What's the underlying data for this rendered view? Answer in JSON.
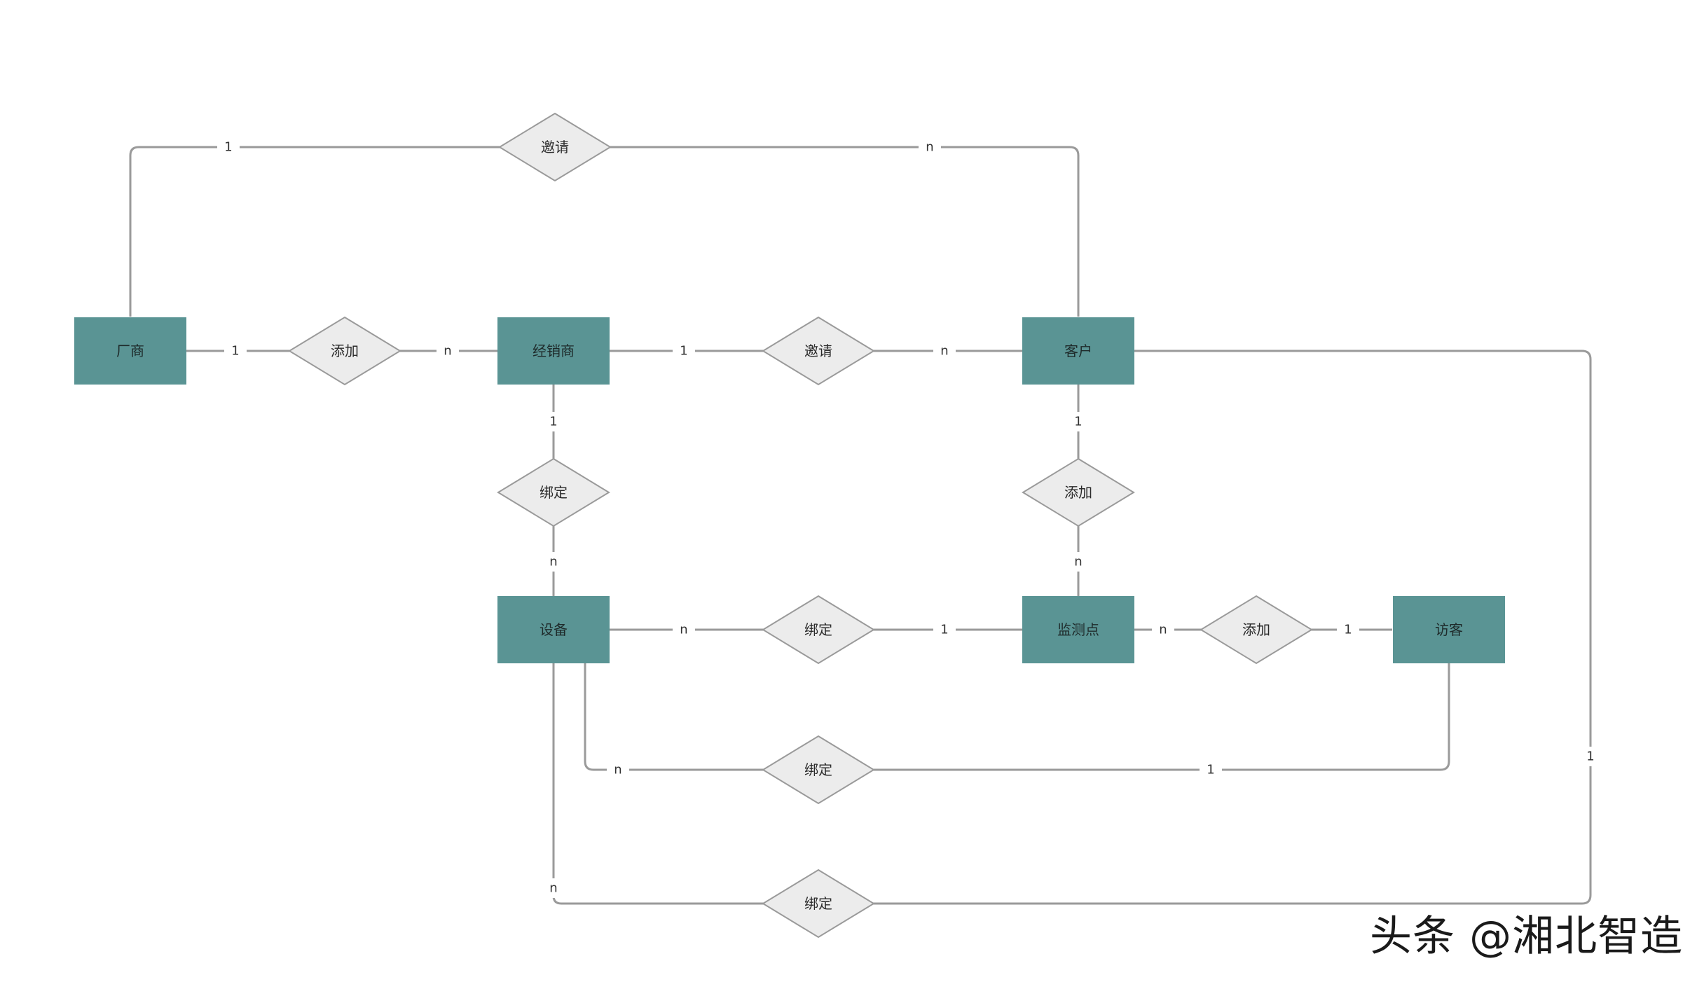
{
  "entities": {
    "manufacturer": "厂商",
    "dealer": "经销商",
    "customer": "客户",
    "device": "设备",
    "monitor_point": "监测点",
    "visitor": "访客"
  },
  "relationships": {
    "invite_top": "邀请",
    "add_mfr_dealer": "添加",
    "invite_dealer_customer": "邀请",
    "bind_dealer_device": "绑定",
    "add_customer_monitor": "添加",
    "bind_device_monitor": "绑定",
    "add_monitor_visitor": "添加",
    "bind_device_visitor": "绑定",
    "bind_device_customer": "绑定"
  },
  "cardinalities": {
    "invite_top_left": "1",
    "invite_top_right": "n",
    "add_mfr_left": "1",
    "add_mfr_right": "n",
    "invite_dc_left": "1",
    "invite_dc_right": "n",
    "bind_dd_top": "1",
    "bind_dd_bottom": "n",
    "add_cm_top": "1",
    "add_cm_bottom": "n",
    "bind_dm_left": "n",
    "bind_dm_right": "1",
    "add_mv_left": "n",
    "add_mv_right": "1",
    "bind_dv_left": "n",
    "bind_dv_right": "1",
    "bind_dcust_left": "n",
    "bind_dcust_right": "1"
  },
  "watermark": "头条 @湘北智造"
}
